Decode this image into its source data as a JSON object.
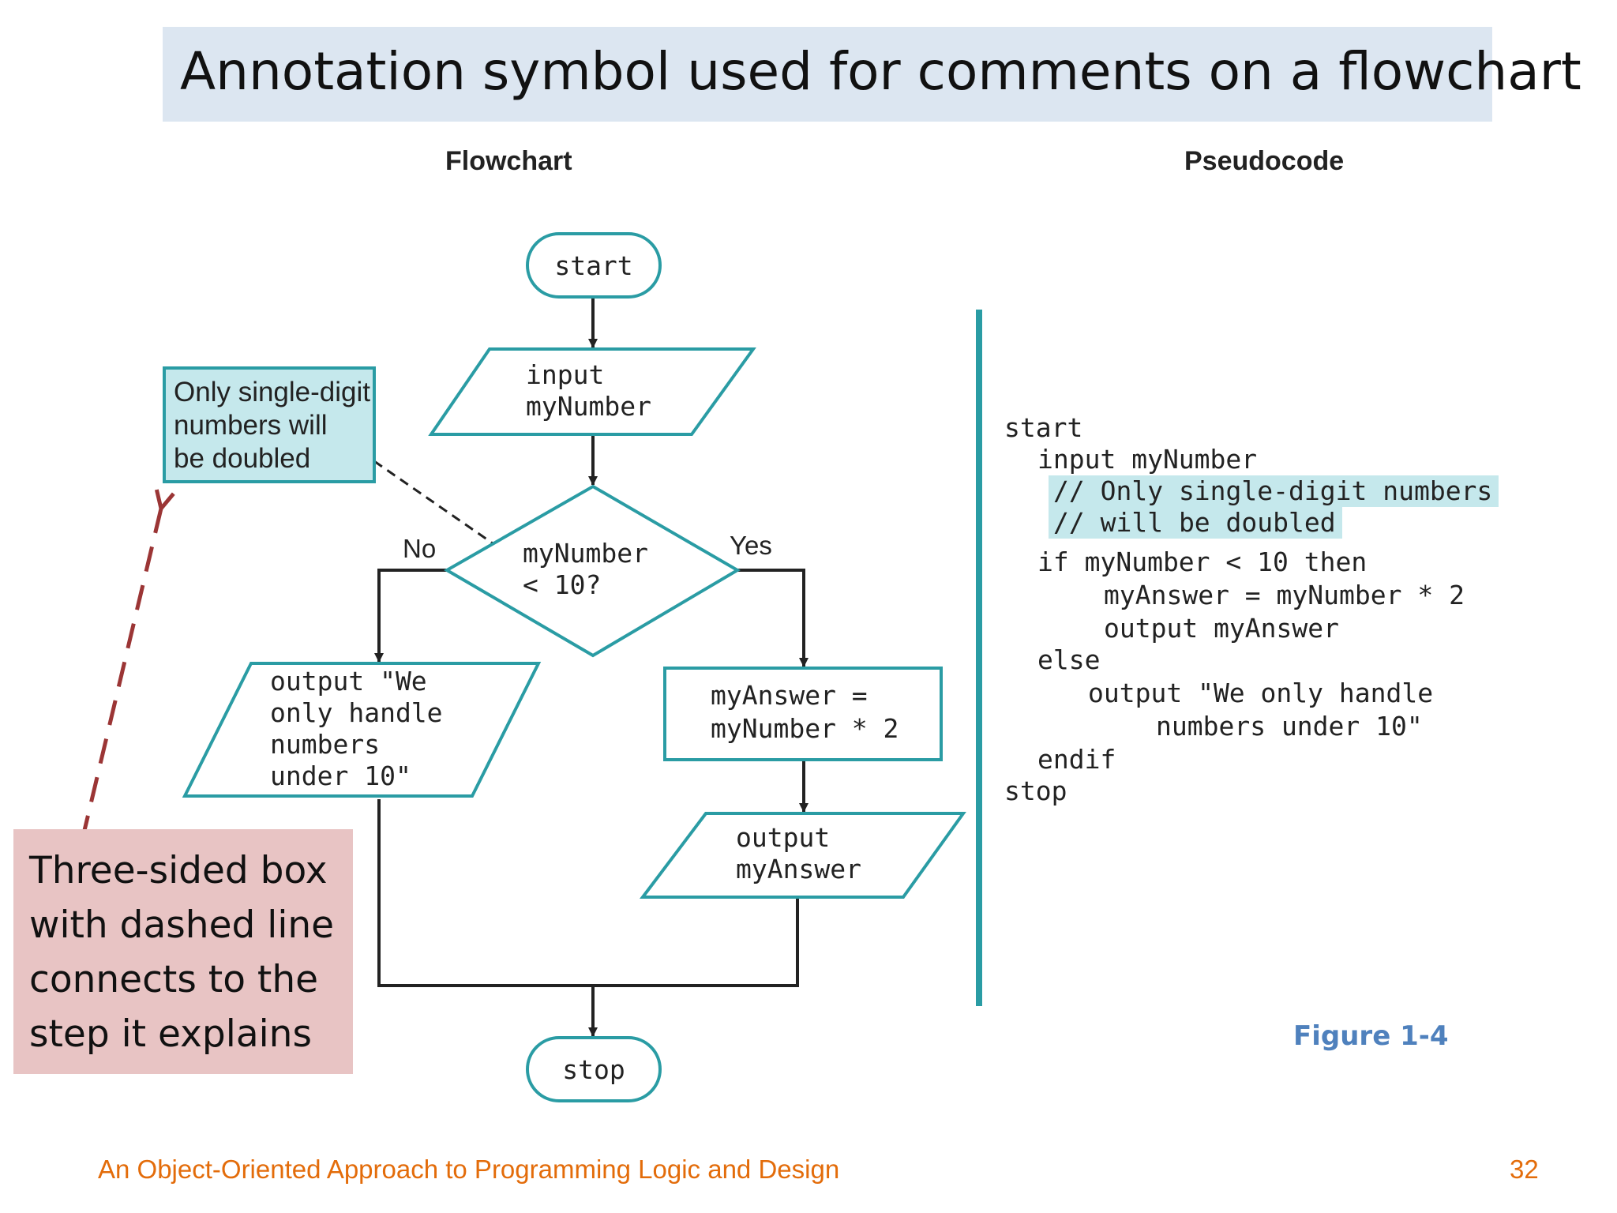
{
  "slide": {
    "title": "Annotation symbol used for comments on a flowchart",
    "footer": "An Object-Oriented Approach to Programming Logic and Design",
    "page_number": "32",
    "figure_label": "Figure 1-4"
  },
  "headings": {
    "flowchart": "Flowchart",
    "pseudocode": "Pseudocode"
  },
  "flowchart": {
    "start": "start",
    "input": [
      "input",
      "myNumber"
    ],
    "decision": [
      "myNumber",
      "< 10?"
    ],
    "no_label": "No",
    "yes_label": "Yes",
    "output_no": [
      "output \"We",
      "only handle",
      "numbers",
      "under 10\""
    ],
    "process": [
      "myAnswer =",
      "myNumber * 2"
    ],
    "output_yes": [
      "output",
      "myAnswer"
    ],
    "stop": "stop",
    "annotation": [
      "Only single-digit",
      "numbers will",
      "be doubled"
    ]
  },
  "pseudocode": {
    "lines": [
      "start",
      "input myNumber",
      "// Only single-digit numbers",
      "// will be doubled",
      "if myNumber < 10 then",
      "myAnswer = myNumber * 2",
      "output myAnswer",
      "else",
      "output \"We only handle",
      "numbers under 10\"",
      "endif",
      "stop"
    ]
  },
  "callout": {
    "text": "Three-sided box with dashed line connects to the step it explains"
  },
  "colors": {
    "flow_stroke": "#2a9ca4",
    "annotation_fill": "#c5e8ec",
    "callout_fill": "#e8c4c4",
    "callout_arrow": "#9b3535",
    "title_band": "#dce6f1",
    "footer_text": "#e36c0a",
    "figure_label": "#4f81bd"
  }
}
